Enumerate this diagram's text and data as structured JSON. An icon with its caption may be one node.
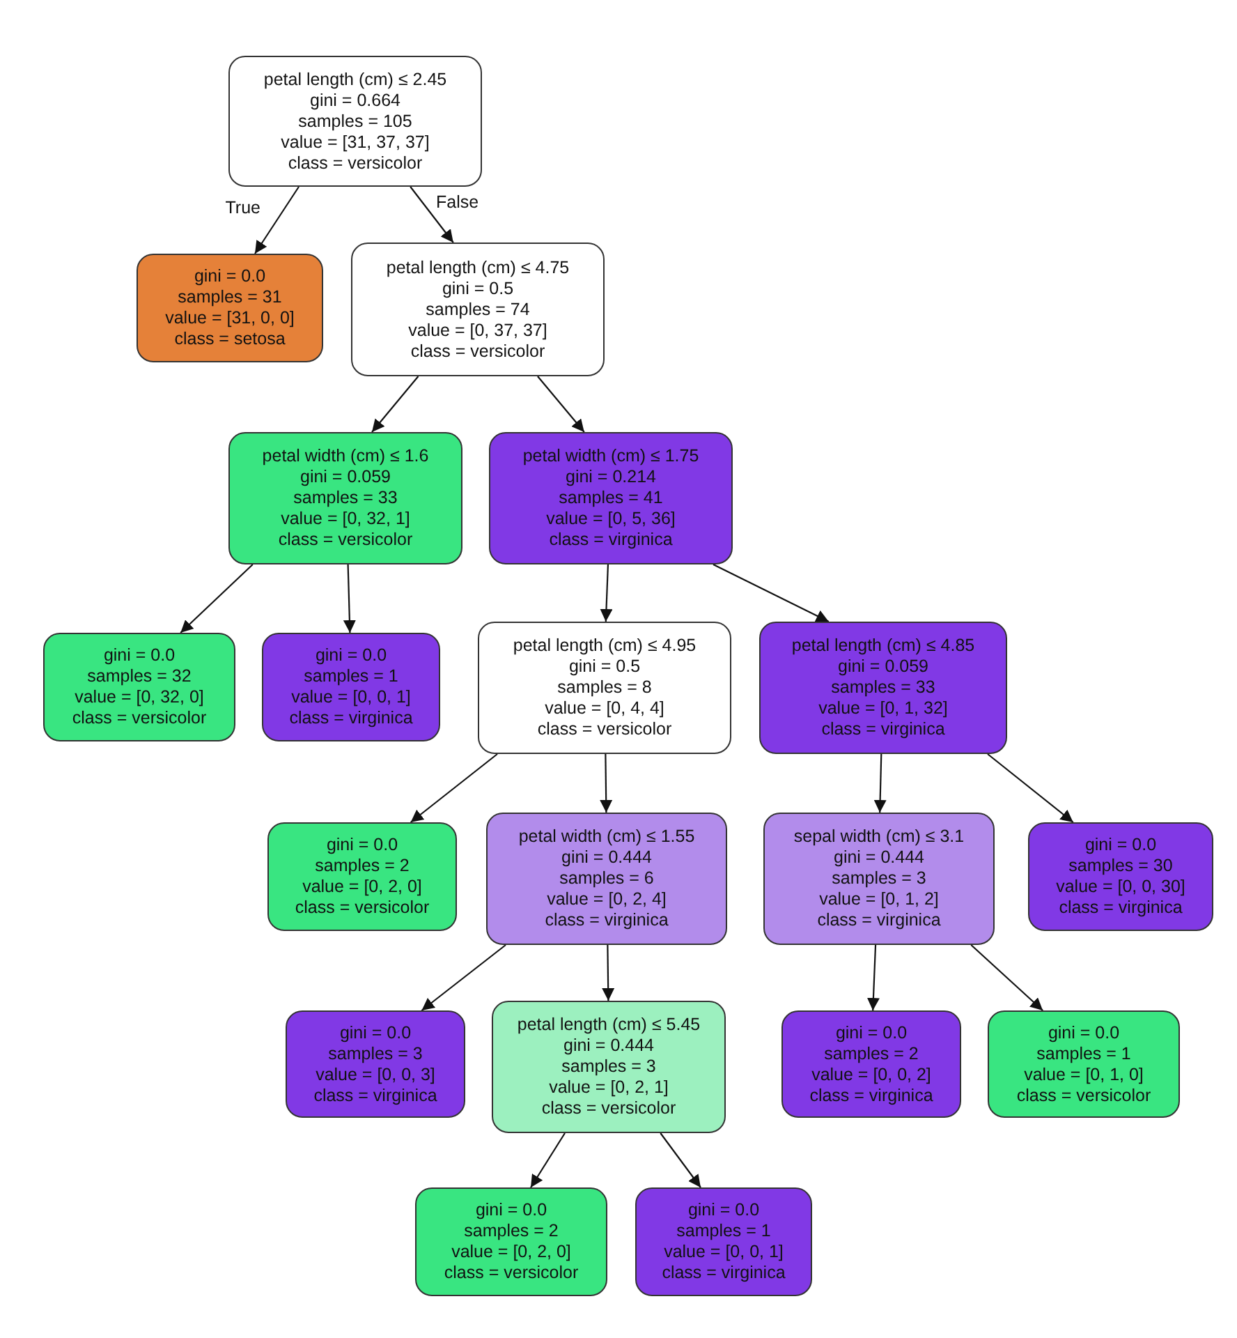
{
  "diagram": {
    "nodes": [
      {
        "text": [
          "petal length (cm) ≤ 2.45",
          "gini = 0.664",
          "samples = 105",
          "value = [31, 37, 37]",
          "class = versicolor"
        ]
      },
      {
        "text": [
          "gini = 0.0",
          "samples = 31",
          "value = [31, 0, 0]",
          "class = setosa"
        ]
      },
      {
        "text": [
          "petal length (cm) ≤ 4.75",
          "gini = 0.5",
          "samples = 74",
          "value = [0, 37, 37]",
          "class = versicolor"
        ]
      },
      {
        "text": [
          "petal width (cm) ≤ 1.6",
          "gini = 0.059",
          "samples = 33",
          "value = [0, 32, 1]",
          "class = versicolor"
        ]
      },
      {
        "text": [
          "petal width (cm) ≤ 1.75",
          "gini = 0.214",
          "samples = 41",
          "value = [0, 5, 36]",
          "class = virginica"
        ]
      },
      {
        "text": [
          "gini = 0.0",
          "samples = 32",
          "value = [0, 32, 0]",
          "class = versicolor"
        ]
      },
      {
        "text": [
          "gini = 0.0",
          "samples = 1",
          "value = [0, 0, 1]",
          "class = virginica"
        ]
      },
      {
        "text": [
          "petal length (cm) ≤ 4.95",
          "gini = 0.5",
          "samples = 8",
          "value = [0, 4, 4]",
          "class = versicolor"
        ]
      },
      {
        "text": [
          "petal length (cm) ≤ 4.85",
          "gini = 0.059",
          "samples = 33",
          "value = [0, 1, 32]",
          "class = virginica"
        ]
      },
      {
        "text": [
          "gini = 0.0",
          "samples = 2",
          "value = [0, 2, 0]",
          "class = versicolor"
        ]
      },
      {
        "text": [
          "petal width (cm) ≤ 1.55",
          "gini = 0.444",
          "samples = 6",
          "value = [0, 2, 4]",
          "class = virginica"
        ]
      },
      {
        "text": [
          "sepal width (cm) ≤ 3.1",
          "gini = 0.444",
          "samples = 3",
          "value = [0, 1, 2]",
          "class = virginica"
        ]
      },
      {
        "text": [
          "gini = 0.0",
          "samples = 30",
          "value = [0, 0, 30]",
          "class = virginica"
        ]
      },
      {
        "text": [
          "gini = 0.0",
          "samples = 3",
          "value = [0, 0, 3]",
          "class = virginica"
        ]
      },
      {
        "text": [
          "petal length (cm) ≤ 5.45",
          "gini = 0.444",
          "samples = 3",
          "value = [0, 2, 1]",
          "class = versicolor"
        ]
      },
      {
        "text": [
          "gini = 0.0",
          "samples = 2",
          "value = [0, 0, 2]",
          "class = virginica"
        ]
      },
      {
        "text": [
          "gini = 0.0",
          "samples = 1",
          "value = [0, 1, 0]",
          "class = versicolor"
        ]
      },
      {
        "text": [
          "gini = 0.0",
          "samples = 2",
          "value = [0, 2, 0]",
          "class = versicolor"
        ]
      },
      {
        "text": [
          "gini = 0.0",
          "samples = 1",
          "value = [0, 0, 1]",
          "class = virginica"
        ]
      }
    ],
    "edges": [
      {
        "from": 0,
        "to": 1,
        "arrow": "to",
        "label": "True"
      },
      {
        "from": 0,
        "to": 2,
        "arrow": "to",
        "label": "False"
      },
      {
        "from": 2,
        "to": 3,
        "arrow": "to"
      },
      {
        "from": 2,
        "to": 4,
        "arrow": "to"
      },
      {
        "from": 3,
        "to": 5,
        "arrow": "to"
      },
      {
        "from": 3,
        "to": 6,
        "arrow": "to"
      },
      {
        "from": 4,
        "to": 7,
        "arrow": "to"
      },
      {
        "from": 4,
        "to": 8,
        "arrow": "to"
      },
      {
        "from": 7,
        "to": 9,
        "arrow": "to"
      },
      {
        "from": 7,
        "to": 10,
        "arrow": "to"
      },
      {
        "from": 8,
        "to": 11,
        "arrow": "to"
      },
      {
        "from": 8,
        "to": 12,
        "arrow": "to"
      },
      {
        "from": 10,
        "to": 13,
        "arrow": "to"
      },
      {
        "from": 10,
        "to": 14,
        "arrow": "to"
      },
      {
        "from": 11,
        "to": 15,
        "arrow": "to"
      },
      {
        "from": 11,
        "to": 16,
        "arrow": "to"
      },
      {
        "from": 14,
        "to": 17,
        "arrow": "to"
      },
      {
        "from": 14,
        "to": 18,
        "arrow": "to"
      }
    ]
  }
}
